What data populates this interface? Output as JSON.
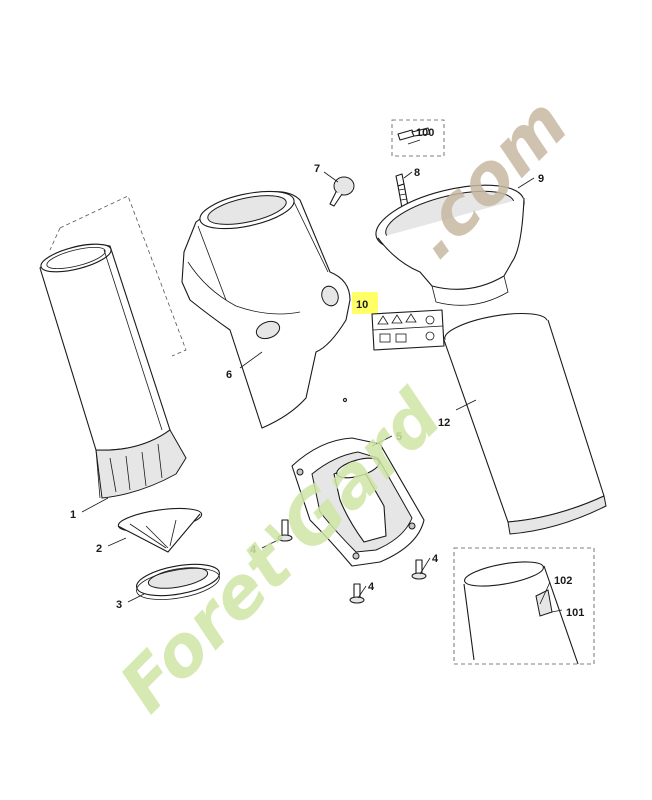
{
  "watermark": {
    "part1": "Foret'Gard",
    "part2": ".com",
    "color_green": "#cfe6a6",
    "color_brown": "#c7b9a2"
  },
  "highlight_color": "#ffff66",
  "callouts": {
    "c1": "1",
    "c2": "2",
    "c3": "3",
    "c4a": "4",
    "c4b": "4",
    "c4c": "4",
    "c5": "5",
    "c6": "6",
    "c7": "7",
    "c8": "8",
    "c9": "9",
    "c10": "10",
    "c12": "12",
    "c100": "100",
    "c101": "101",
    "c102": "102"
  }
}
